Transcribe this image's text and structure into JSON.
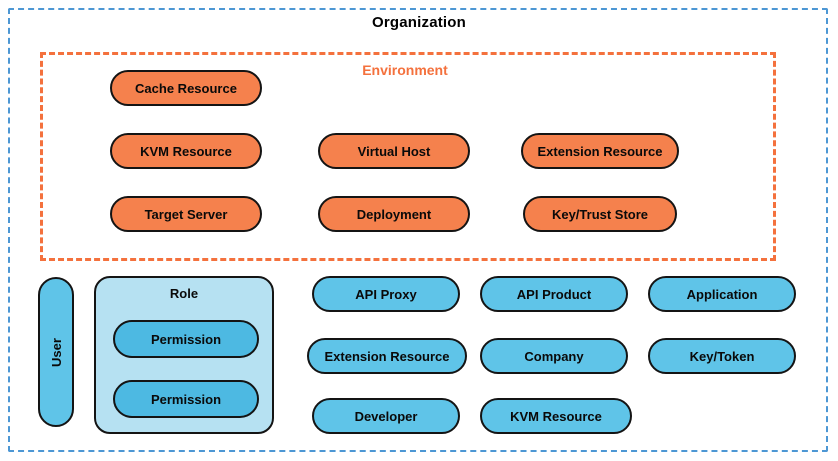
{
  "organization": {
    "label": "Organization"
  },
  "environment": {
    "label": "Environment",
    "pills": {
      "cache_resource": "Cache Resource",
      "kvm_resource": "KVM Resource",
      "virtual_host": "Virtual Host",
      "extension_resource": "Extension Resource",
      "target_server": "Target Server",
      "deployment": "Deployment",
      "key_trust_store": "Key/Trust Store"
    }
  },
  "org_level": {
    "user": "User",
    "role": "Role",
    "permissions": [
      "Permission",
      "Permission"
    ],
    "pills": {
      "api_proxy": "API Proxy",
      "api_product": "API Product",
      "application": "Application",
      "extension_resource": "Extension Resource",
      "company": "Company",
      "key_token": "Key/Token",
      "developer": "Developer",
      "kvm_resource": "KVM Resource"
    }
  },
  "colors": {
    "organization_border": "#4d97d4",
    "environment_border": "#f4713d",
    "environment_label": "#f4713d",
    "environment_pill_fill": "#f5814d",
    "org_pill_fill": "#5fc4e8",
    "role_container_fill": "#b6e1f2",
    "permission_pill_fill": "#4db9e2",
    "pill_border": "#141414"
  }
}
